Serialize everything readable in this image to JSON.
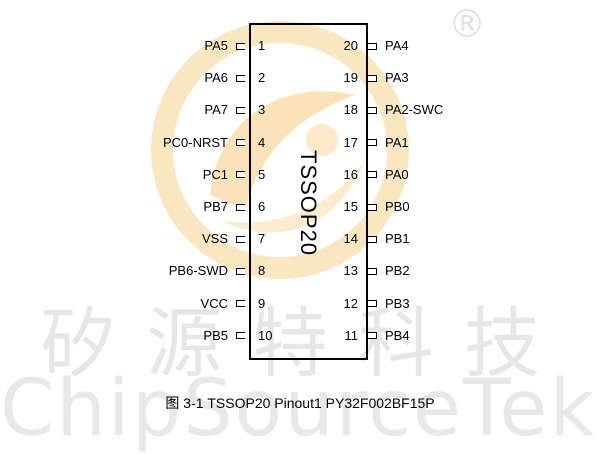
{
  "watermark": {
    "chinese_text": "矽源特科技",
    "english_text": "ChipSourceTek",
    "registered_mark": "®"
  },
  "chip": {
    "package_label": "TSSOP20"
  },
  "pins": {
    "left": [
      {
        "num": "1",
        "name": "PA5"
      },
      {
        "num": "2",
        "name": "PA6"
      },
      {
        "num": "3",
        "name": "PA7"
      },
      {
        "num": "4",
        "name": "PC0-NRST"
      },
      {
        "num": "5",
        "name": "PC1"
      },
      {
        "num": "6",
        "name": "PB7"
      },
      {
        "num": "7",
        "name": "VSS"
      },
      {
        "num": "8",
        "name": "PB6-SWD"
      },
      {
        "num": "9",
        "name": "VCC"
      },
      {
        "num": "10",
        "name": "PB5"
      }
    ],
    "right": [
      {
        "num": "20",
        "name": "PA4"
      },
      {
        "num": "19",
        "name": "PA3"
      },
      {
        "num": "18",
        "name": "PA2-SWC"
      },
      {
        "num": "17",
        "name": "PA1"
      },
      {
        "num": "16",
        "name": "PA0"
      },
      {
        "num": "15",
        "name": "PB0"
      },
      {
        "num": "14",
        "name": "PB1"
      },
      {
        "num": "13",
        "name": "PB2"
      },
      {
        "num": "12",
        "name": "PB3"
      },
      {
        "num": "11",
        "name": "PB4"
      }
    ]
  },
  "caption": "图 3-1 TSSOP20 Pinout1 PY32F002BF15P",
  "colors": {
    "outline": "#000000",
    "watermark_gray": "#e6e6e6",
    "logo_orange": "#f8d9a0"
  }
}
